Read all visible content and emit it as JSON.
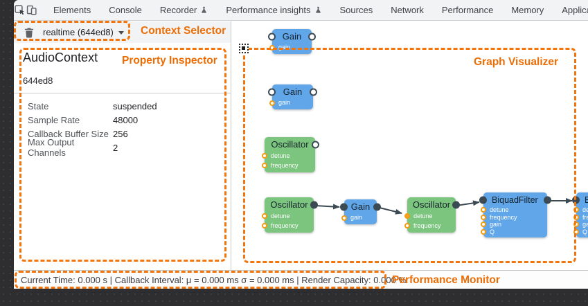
{
  "devtools": {
    "tabs": [
      {
        "label": "Elements"
      },
      {
        "label": "Console"
      },
      {
        "label": "Recorder",
        "icon": "flask"
      },
      {
        "label": "Performance insights",
        "icon": "flask"
      },
      {
        "label": "Sources"
      },
      {
        "label": "Network"
      },
      {
        "label": "Performance"
      },
      {
        "label": "Memory"
      },
      {
        "label": "Application"
      }
    ],
    "context_selector": {
      "value": "realtime (644ed8)"
    },
    "inspector": {
      "title": "AudioContext",
      "id": "644ed8",
      "properties": [
        {
          "label": "State",
          "value": "suspended"
        },
        {
          "label": "Sample Rate",
          "value": "48000"
        },
        {
          "label": "Callback Buffer Size",
          "value": "256"
        },
        {
          "label": "Max Output Channels",
          "value": "2"
        }
      ]
    },
    "graph": {
      "nodes": [
        {
          "id": "gain-top",
          "type": "Gain",
          "params": [
            "gain"
          ]
        },
        {
          "id": "gain-2",
          "type": "Gain",
          "params": [
            "gain"
          ]
        },
        {
          "id": "oscillator-1",
          "type": "Oscillator",
          "params": [
            "detune",
            "frequency"
          ]
        },
        {
          "id": "oscillator-2",
          "type": "Oscillator",
          "params": [
            "detune",
            "frequency"
          ]
        },
        {
          "id": "gain-chain",
          "type": "Gain",
          "params": [
            "gain"
          ]
        },
        {
          "id": "oscillator-3",
          "type": "Oscillator",
          "params": [
            "detune",
            "frequency"
          ]
        },
        {
          "id": "biquadfilter-1",
          "type": "BiquadFilter",
          "params": [
            "detune",
            "frequency",
            "gain",
            "Q"
          ]
        },
        {
          "id": "biquadfilter-2",
          "type": "BiquadFilter",
          "params": [
            "detune",
            "frequency",
            "gain",
            "Q"
          ]
        }
      ]
    },
    "status_bar": {
      "text": "Current Time: 0.000 s | Callback Interval: μ = 0.000 ms σ = 0.000 ms | Render Capacity: 0.000 %"
    }
  },
  "annotations": {
    "context_selector": "Context Selector",
    "property_inspector": "Property Inspector",
    "graph_visualizer": "Graph Visualizer",
    "performance_monitor": "Performance Monitor"
  },
  "colors": {
    "annotation_orange": "#ed6d05",
    "node_blue": "#60a6e8",
    "node_green": "#7cc57f",
    "param_orange": "#f39c12",
    "edge_dark": "#3b4a53"
  }
}
